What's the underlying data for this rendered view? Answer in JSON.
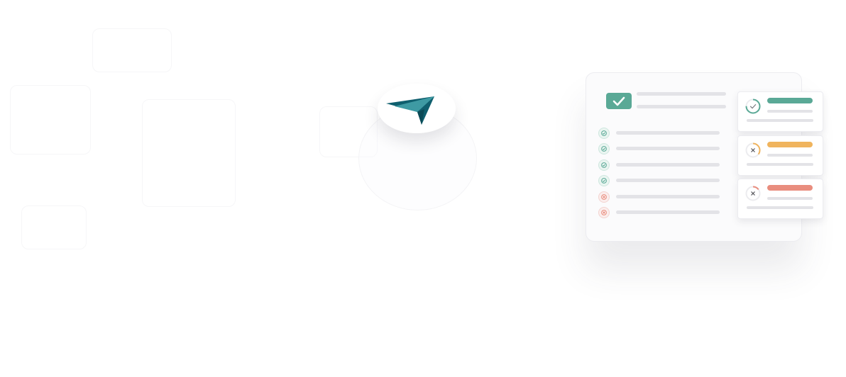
{
  "colors": {
    "brand_dark": "#0f5f6e",
    "brand_light": "#3e9aa3",
    "success": "#5aa996",
    "warning": "#f0b45e",
    "error": "#e98d7e",
    "placeholder": "#e3e3e7"
  },
  "logo": {
    "icon": "paper-plane-logo-icon"
  },
  "checklist": {
    "header_icon": "checkmark-icon",
    "rows": [
      {
        "status": "pass",
        "icon": "check-circle-icon"
      },
      {
        "status": "pass",
        "icon": "check-circle-icon"
      },
      {
        "status": "pass",
        "icon": "check-circle-icon"
      },
      {
        "status": "pass",
        "icon": "check-circle-icon"
      },
      {
        "status": "fail",
        "icon": "x-circle-icon"
      },
      {
        "status": "fail",
        "icon": "x-circle-icon"
      }
    ]
  },
  "results": [
    {
      "status": "pass",
      "icon": "check-icon",
      "color": "#5aa996",
      "progress": 0.75
    },
    {
      "status": "fail",
      "icon": "close-icon",
      "color": "#f0b45e",
      "progress": 0.35
    },
    {
      "status": "fail",
      "icon": "close-icon",
      "color": "#e98d7e",
      "progress": 0.15
    }
  ]
}
